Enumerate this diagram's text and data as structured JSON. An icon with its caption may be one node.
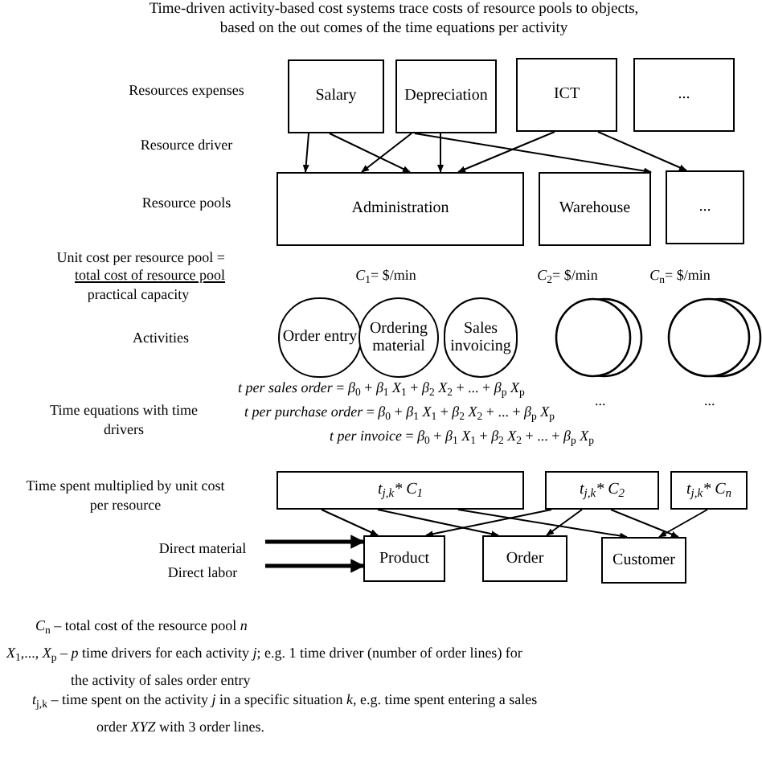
{
  "diagram": {
    "title": "Time-driven activity-based cost systems trace costs of resource pools to objects, based on the out comes of the time equations per activity",
    "nodes": [
      {
        "text": [
          "Salary"
        ]
      },
      {
        "text": [
          "Depreciation"
        ]
      },
      {
        "text": [
          "ICT"
        ]
      },
      {
        "text": [
          "..."
        ]
      },
      {
        "text": [
          "Administration"
        ]
      },
      {
        "text": [
          "Warehouse"
        ]
      },
      {
        "text": [
          "..."
        ]
      },
      {
        "text": [
          "Order entry"
        ]
      },
      {
        "text": [
          "Ordering material"
        ]
      },
      {
        "text": [
          "Sales invoicing"
        ]
      },
      {
        "text": [],
        "shape": "circle"
      },
      {
        "text": [],
        "shape": "circle"
      },
      {
        "text": [
          "t$_{j,k}$* C$_{1}$"
        ]
      },
      {
        "text": [
          "t$_{j,k}$* C$_{2}$"
        ]
      },
      {
        "text": [
          "t$_{j,k}$* C$_{n}$"
        ]
      },
      {
        "text": [
          "Product"
        ]
      },
      {
        "text": [
          "Order"
        ]
      },
      {
        "text": [
          "Customer"
        ]
      }
    ],
    "edges": [
      {
        "from": 0,
        "to": 4,
        "arrow": "to"
      },
      {
        "from": 0,
        "to": 4,
        "arrow": "to"
      },
      {
        "from": 1,
        "to": 4,
        "arrow": "to"
      },
      {
        "from": 1,
        "to": 4,
        "arrow": "to"
      },
      {
        "from": 1,
        "to": 5,
        "arrow": "to"
      },
      {
        "from": 2,
        "to": 4,
        "arrow": "to"
      },
      {
        "from": 2,
        "to": 6,
        "arrow": "to"
      },
      {
        "from": 12,
        "to": 15,
        "arrow": "to"
      },
      {
        "from": 12,
        "to": 16,
        "arrow": "to"
      },
      {
        "from": 12,
        "to": 17,
        "arrow": "to"
      },
      {
        "from": 13,
        "to": 15,
        "arrow": "to"
      },
      {
        "from": 13,
        "to": 16,
        "arrow": "to"
      },
      {
        "from": 13,
        "to": 17,
        "arrow": "to"
      },
      {
        "from": 14,
        "to": 17,
        "arrow": "to"
      },
      {
        "from": null,
        "to": 15,
        "arrow": "to",
        "style": "thick"
      },
      {
        "from": null,
        "to": 15,
        "arrow": "to",
        "style": "thick"
      }
    ],
    "labels": [
      "Resources expenses",
      "Resource driver",
      "Resource pools",
      "Unit cost per resource pool =",
      "total cost of resource pool",
      "practical capacity",
      "*C*$_{1}$= $/min",
      "*C*$_{2}$= $/min",
      "*C*$_{n}$= $/min",
      "Activities",
      "*t per sales order* = *β*$_{0}$ + *β*$_{1}$ *X*$_{1}$ + *β*$_{2}$ *X*$_{2}$ + ... + *β*$_{p}$ *X*$_{p}$",
      "*t per purchase order* = *β*$_{0}$ + *β*$_{1}$ *X*$_{1}$ + *β*$_{2}$ *X*$_{2}$ + ... + *β*$_{p}$ *X*$_{p}$",
      "...",
      "...",
      "*t per invoice* = *β*$_{0}$ + *β*$_{1}$ *X*$_{1}$ + *β*$_{2}$ *X*$_{2}$ + ... + *β*$_{p}$ *X*$_{p}$",
      "Time equations with time drivers",
      "Time spent multiplied by unit cost per resource",
      "Direct material",
      "Direct labor",
      "*C*$_{n}$ – total cost of the resource pool *n*",
      "*X*$_{1}$,..., *X*$_{p}$ – *p* time drivers for each activity *j*; e.g. 1 time driver (number of order lines) for the activity of sales order entry",
      "*t*$_{j,k}$ – time spent on the activity *j* in a specific situation *k*, e.g. time spent entering a sales order *XYZ* with 3 order lines."
    ]
  }
}
